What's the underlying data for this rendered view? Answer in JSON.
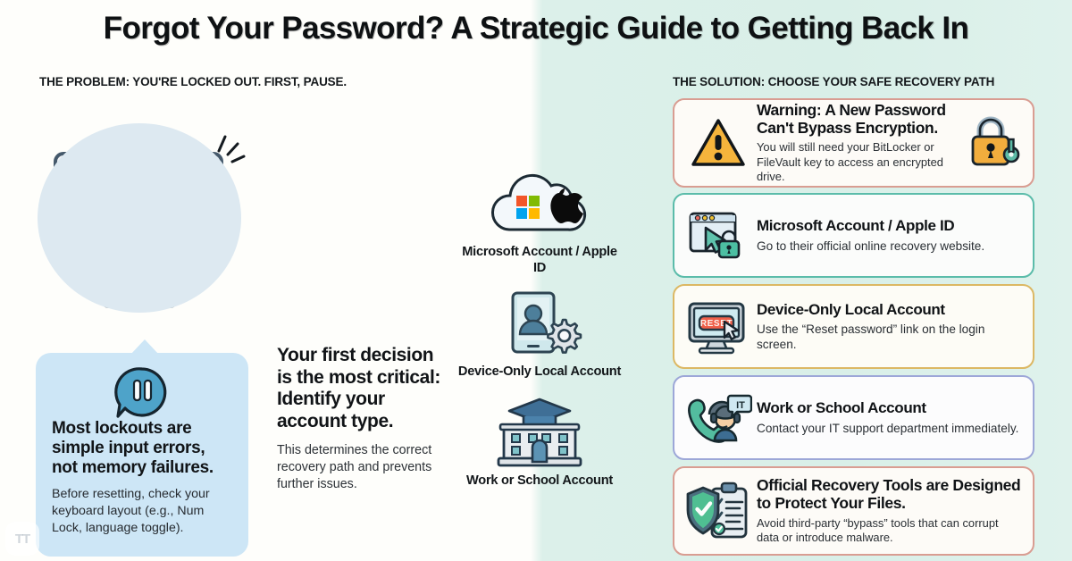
{
  "header": {
    "title": "Forgot Your Password? A Strategic Guide to Getting Back In",
    "left_kicker": "THE PROBLEM: YOU'RE LOCKED OUT. FIRST, PAUSE.",
    "right_kicker": "THE SOLUTION: CHOOSE YOUR SAFE RECOVERY PATH"
  },
  "left": {
    "hero_icon": "locked-monitor-illustration",
    "tip": {
      "icon": "pause-speech-bubble-icon",
      "headline": "Most lockouts are simple input errors, not memory failures.",
      "body": "Before resetting, check your keyboard layout (e.g., Num Lock, language toggle)."
    },
    "decision": {
      "headline": "Your first decision is the most critical: Identify your account type.",
      "body": "This determines the correct recovery path and prevents further issues."
    }
  },
  "account_types": [
    {
      "icon": "cloud-microsoft-apple-icon",
      "label": "Microsoft Account / Apple ID"
    },
    {
      "icon": "tablet-user-gear-icon",
      "label": "Device-Only Local Account"
    },
    {
      "icon": "school-building-graduation-cap-icon",
      "label": "Work or School Account"
    }
  ],
  "cards": [
    {
      "icon_left": "warning-triangle-icon",
      "icon_right": "padlock-with-key-icon",
      "heading": "Warning: A New Password Can't Bypass Encryption.",
      "body": "You will still need your BitLocker or FileVault key to access an encrypted drive.",
      "border_color": "#d99d92"
    },
    {
      "icon_left": "browser-window-cursor-lock-icon",
      "heading": "Microsoft Account / Apple ID",
      "body": "Go to their official online recovery website.",
      "border_color": "#5bbcaa"
    },
    {
      "icon_left": "monitor-reset-button-icon",
      "heading": "Device-Only Local Account",
      "body": "Use the “Reset password” link on the login screen.",
      "border_color": "#dcb864"
    },
    {
      "icon_left": "it-support-agent-phone-icon",
      "heading": "Work or School Account",
      "body": "Contact your IT support department immediately.",
      "border_color": "#9da7d8"
    },
    {
      "icon_left": "shield-checklist-icon",
      "heading": "Official Recovery Tools are Designed to Protect Your Files.",
      "body": "Avoid third-party “bypass” tools that can corrupt data or introduce malware.",
      "border_color": "#d99d92"
    }
  ],
  "watermark": {
    "text": "TT"
  },
  "palette": {
    "left_bg": "#fefefb",
    "right_bg": "#dcf0ea",
    "tip_card_bg": "#cde6f6",
    "lock_red": "#f0573f",
    "accent_teal": "#3fae9a",
    "accent_amber": "#f0ad3c"
  }
}
